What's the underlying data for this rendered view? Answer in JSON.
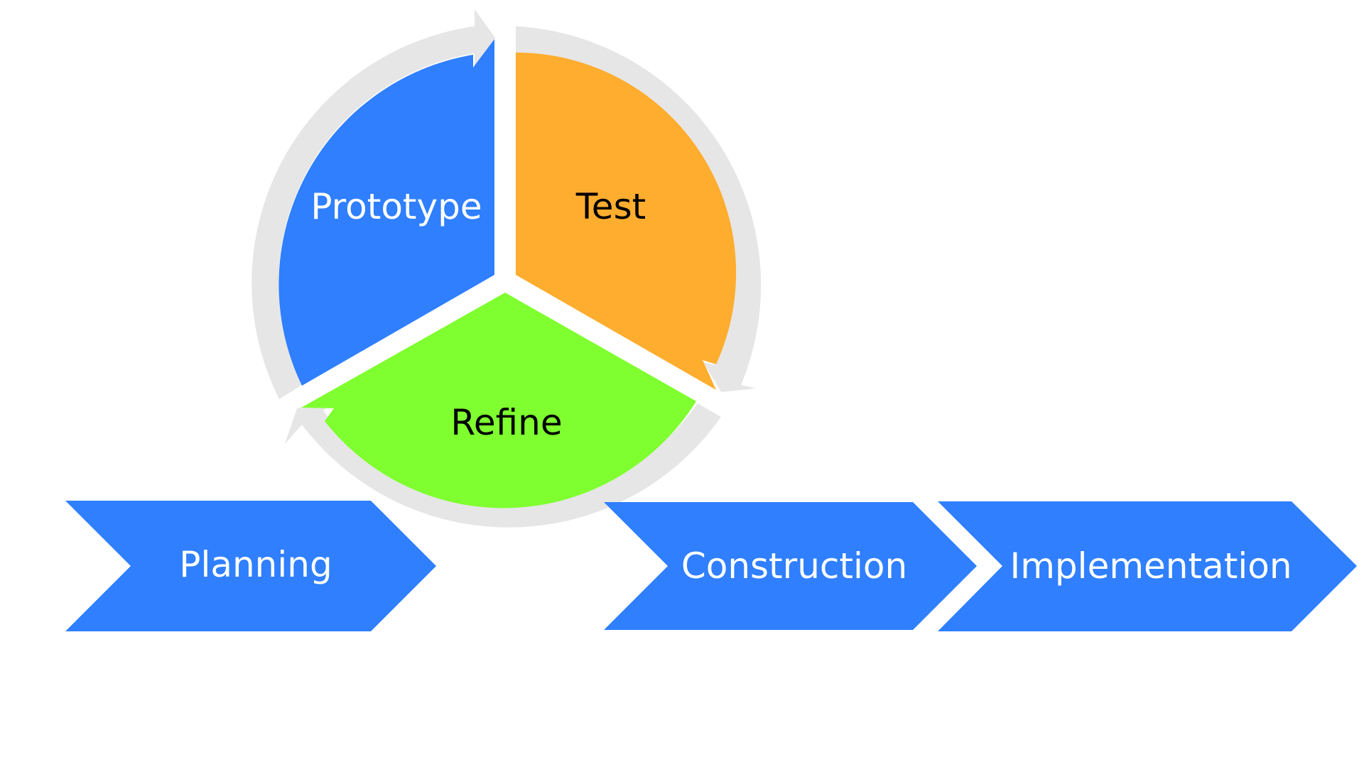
{
  "cycle": {
    "segments": [
      {
        "id": "prototype",
        "label": "Prototype",
        "color": "#2f7fff",
        "text_color": "#ffffff"
      },
      {
        "id": "test",
        "label": "Test",
        "color": "#ffad2f",
        "text_color": "#000000"
      },
      {
        "id": "refine",
        "label": "Refine",
        "color": "#7fff2f",
        "text_color": "#000000"
      }
    ],
    "ring_color": "#e6e6e6"
  },
  "phases": [
    {
      "id": "planning",
      "label": "Planning"
    },
    {
      "id": "construction",
      "label": "Construction"
    },
    {
      "id": "implementation",
      "label": "Implementation"
    }
  ],
  "colors": {
    "phase_fill": "#2f7fff",
    "phase_text": "#ffffff",
    "background": "#ffffff"
  }
}
